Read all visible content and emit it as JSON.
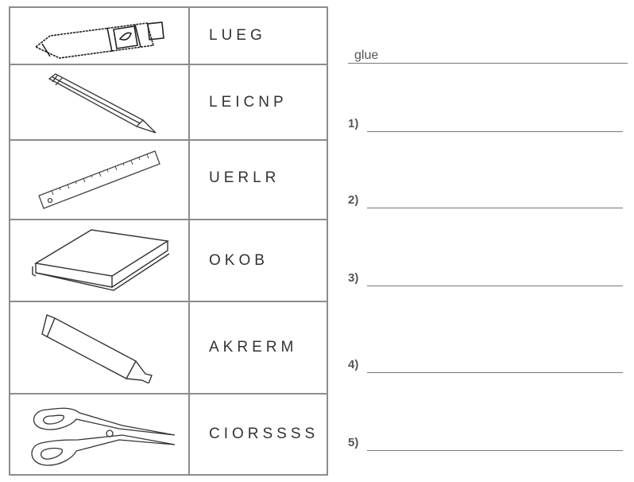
{
  "worksheet": {
    "rows": [
      {
        "item": "glue-tube",
        "scrambled": "LUEG"
      },
      {
        "item": "pencil",
        "scrambled": "LEICNP"
      },
      {
        "item": "ruler",
        "scrambled": "UERLR"
      },
      {
        "item": "book",
        "scrambled": "OKOB"
      },
      {
        "item": "marker",
        "scrambled": "AKRERM"
      },
      {
        "item": "scissors",
        "scrambled": "CIORSSSS"
      }
    ],
    "example": {
      "answer": "glue"
    },
    "answers": [
      {
        "number": "1)",
        "value": ""
      },
      {
        "number": "2)",
        "value": ""
      },
      {
        "number": "3)",
        "value": ""
      },
      {
        "number": "4)",
        "value": ""
      },
      {
        "number": "5)",
        "value": ""
      }
    ]
  }
}
